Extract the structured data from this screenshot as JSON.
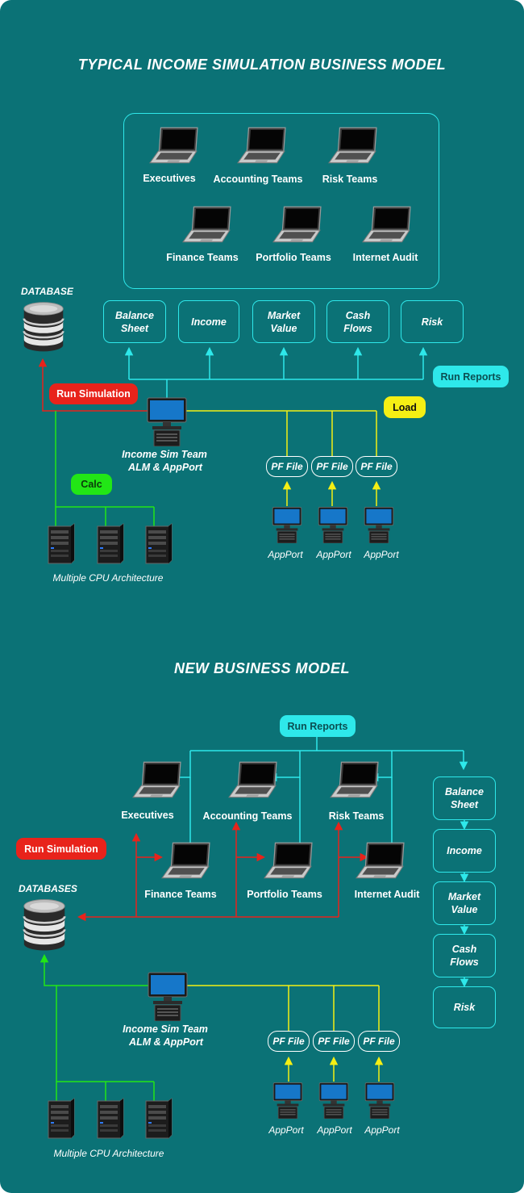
{
  "top": {
    "title": "TYPICAL INCOME SIMULATION BUSINESS MODEL",
    "users": [
      "Executives",
      "Accounting Teams",
      "Risk Teams",
      "Finance Teams",
      "Portfolio Teams",
      "Internet Audit"
    ],
    "reports": [
      {
        "line1": "Balance",
        "line2": "Sheet"
      },
      {
        "line1": "Income",
        "line2": ""
      },
      {
        "line1": "Market",
        "line2": "Value"
      },
      {
        "line1": "Cash",
        "line2": "Flows"
      },
      {
        "line1": "Risk",
        "line2": ""
      }
    ],
    "database_label": "DATABASE",
    "run_reports": "Run Reports",
    "run_simulation": "Run Simulation",
    "load": "Load",
    "calc": "Calc",
    "team_line1": "Income Sim  Team",
    "team_line2": "ALM & AppPort",
    "pf_files": [
      "PF File",
      "PF File",
      "PF File"
    ],
    "appports": [
      "AppPort",
      "AppPort",
      "AppPort"
    ],
    "cpu_label": "Multiple CPU Architecture"
  },
  "bottom": {
    "title": "NEW BUSINESS MODEL",
    "users": [
      "Executives",
      "Accounting Teams",
      "Risk Teams",
      "Finance Teams",
      "Portfolio Teams",
      "Internet Audit"
    ],
    "reports": [
      {
        "line1": "Balance",
        "line2": "Sheet"
      },
      {
        "line1": "Income",
        "line2": ""
      },
      {
        "line1": "Market",
        "line2": "Value"
      },
      {
        "line1": "Cash",
        "line2": "Flows"
      },
      {
        "line1": "Risk",
        "line2": ""
      }
    ],
    "database_label": "DATABASES",
    "run_reports": "Run Reports",
    "run_simulation": "Run Simulation",
    "team_line1": "Income Sim  Team",
    "team_line2": "ALM & AppPort",
    "pf_files": [
      "PF File",
      "PF File",
      "PF File"
    ],
    "appports": [
      "AppPort",
      "AppPort",
      "AppPort"
    ],
    "cpu_label": "Multiple CPU Architecture"
  },
  "colors": {
    "background": "#0b7276",
    "cyan": "#2ee8ea",
    "red": "#e8231b",
    "yellow": "#f5ef14",
    "green": "#22e616"
  },
  "icons": {
    "user_device": "laptop-icon",
    "database": "database-icon",
    "workstation": "desktop-computer-icon",
    "server": "server-tower-icon"
  }
}
